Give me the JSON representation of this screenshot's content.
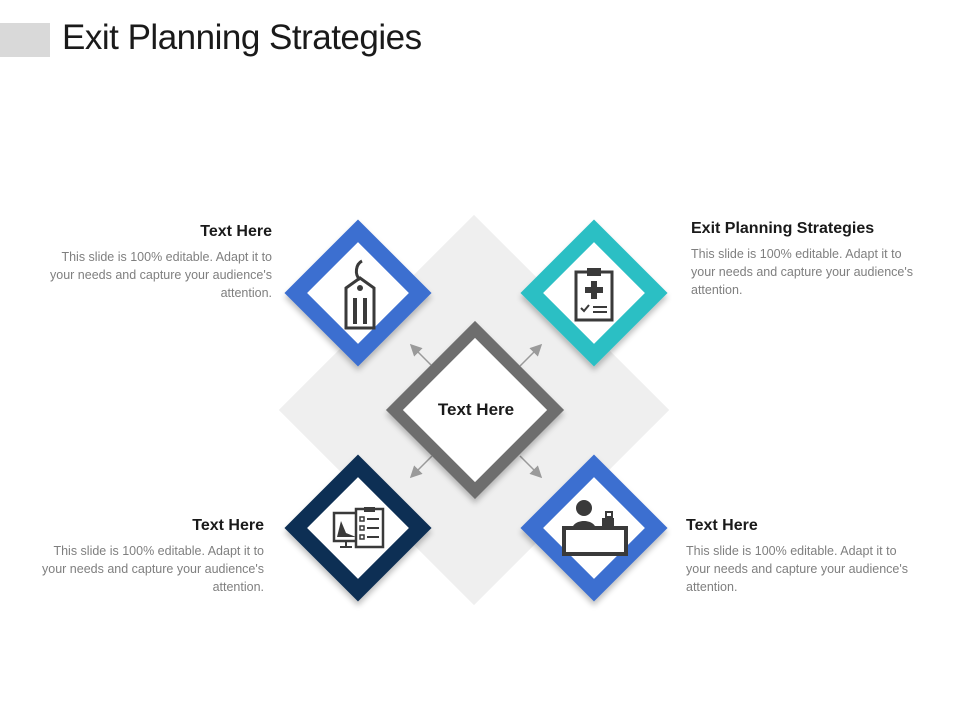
{
  "title": "Exit Planning Strategies",
  "center": {
    "label": "Text Here"
  },
  "items": [
    {
      "heading": "Text Here",
      "body": "This slide is 100% editable. Adapt it to your needs and capture your audience's attention."
    },
    {
      "heading": "Exit Planning Strategies",
      "body": "This slide is 100% editable. Adapt it to your needs and capture your audience's attention."
    },
    {
      "heading": "Text Here",
      "body": "This slide is 100% editable. Adapt it to your needs and capture your audience's attention."
    },
    {
      "heading": "Text Here",
      "body": "This slide is 100% editable. Adapt it to your needs and capture your audience's attention."
    }
  ],
  "colors": {
    "blue": "#3c6fd0",
    "teal": "#2bbfc4",
    "navy": "#0d2f54",
    "gray": "#6e6e6e"
  },
  "icons": [
    "price-tag-icon",
    "medical-clipboard-icon",
    "report-chart-icon",
    "reception-desk-icon"
  ]
}
